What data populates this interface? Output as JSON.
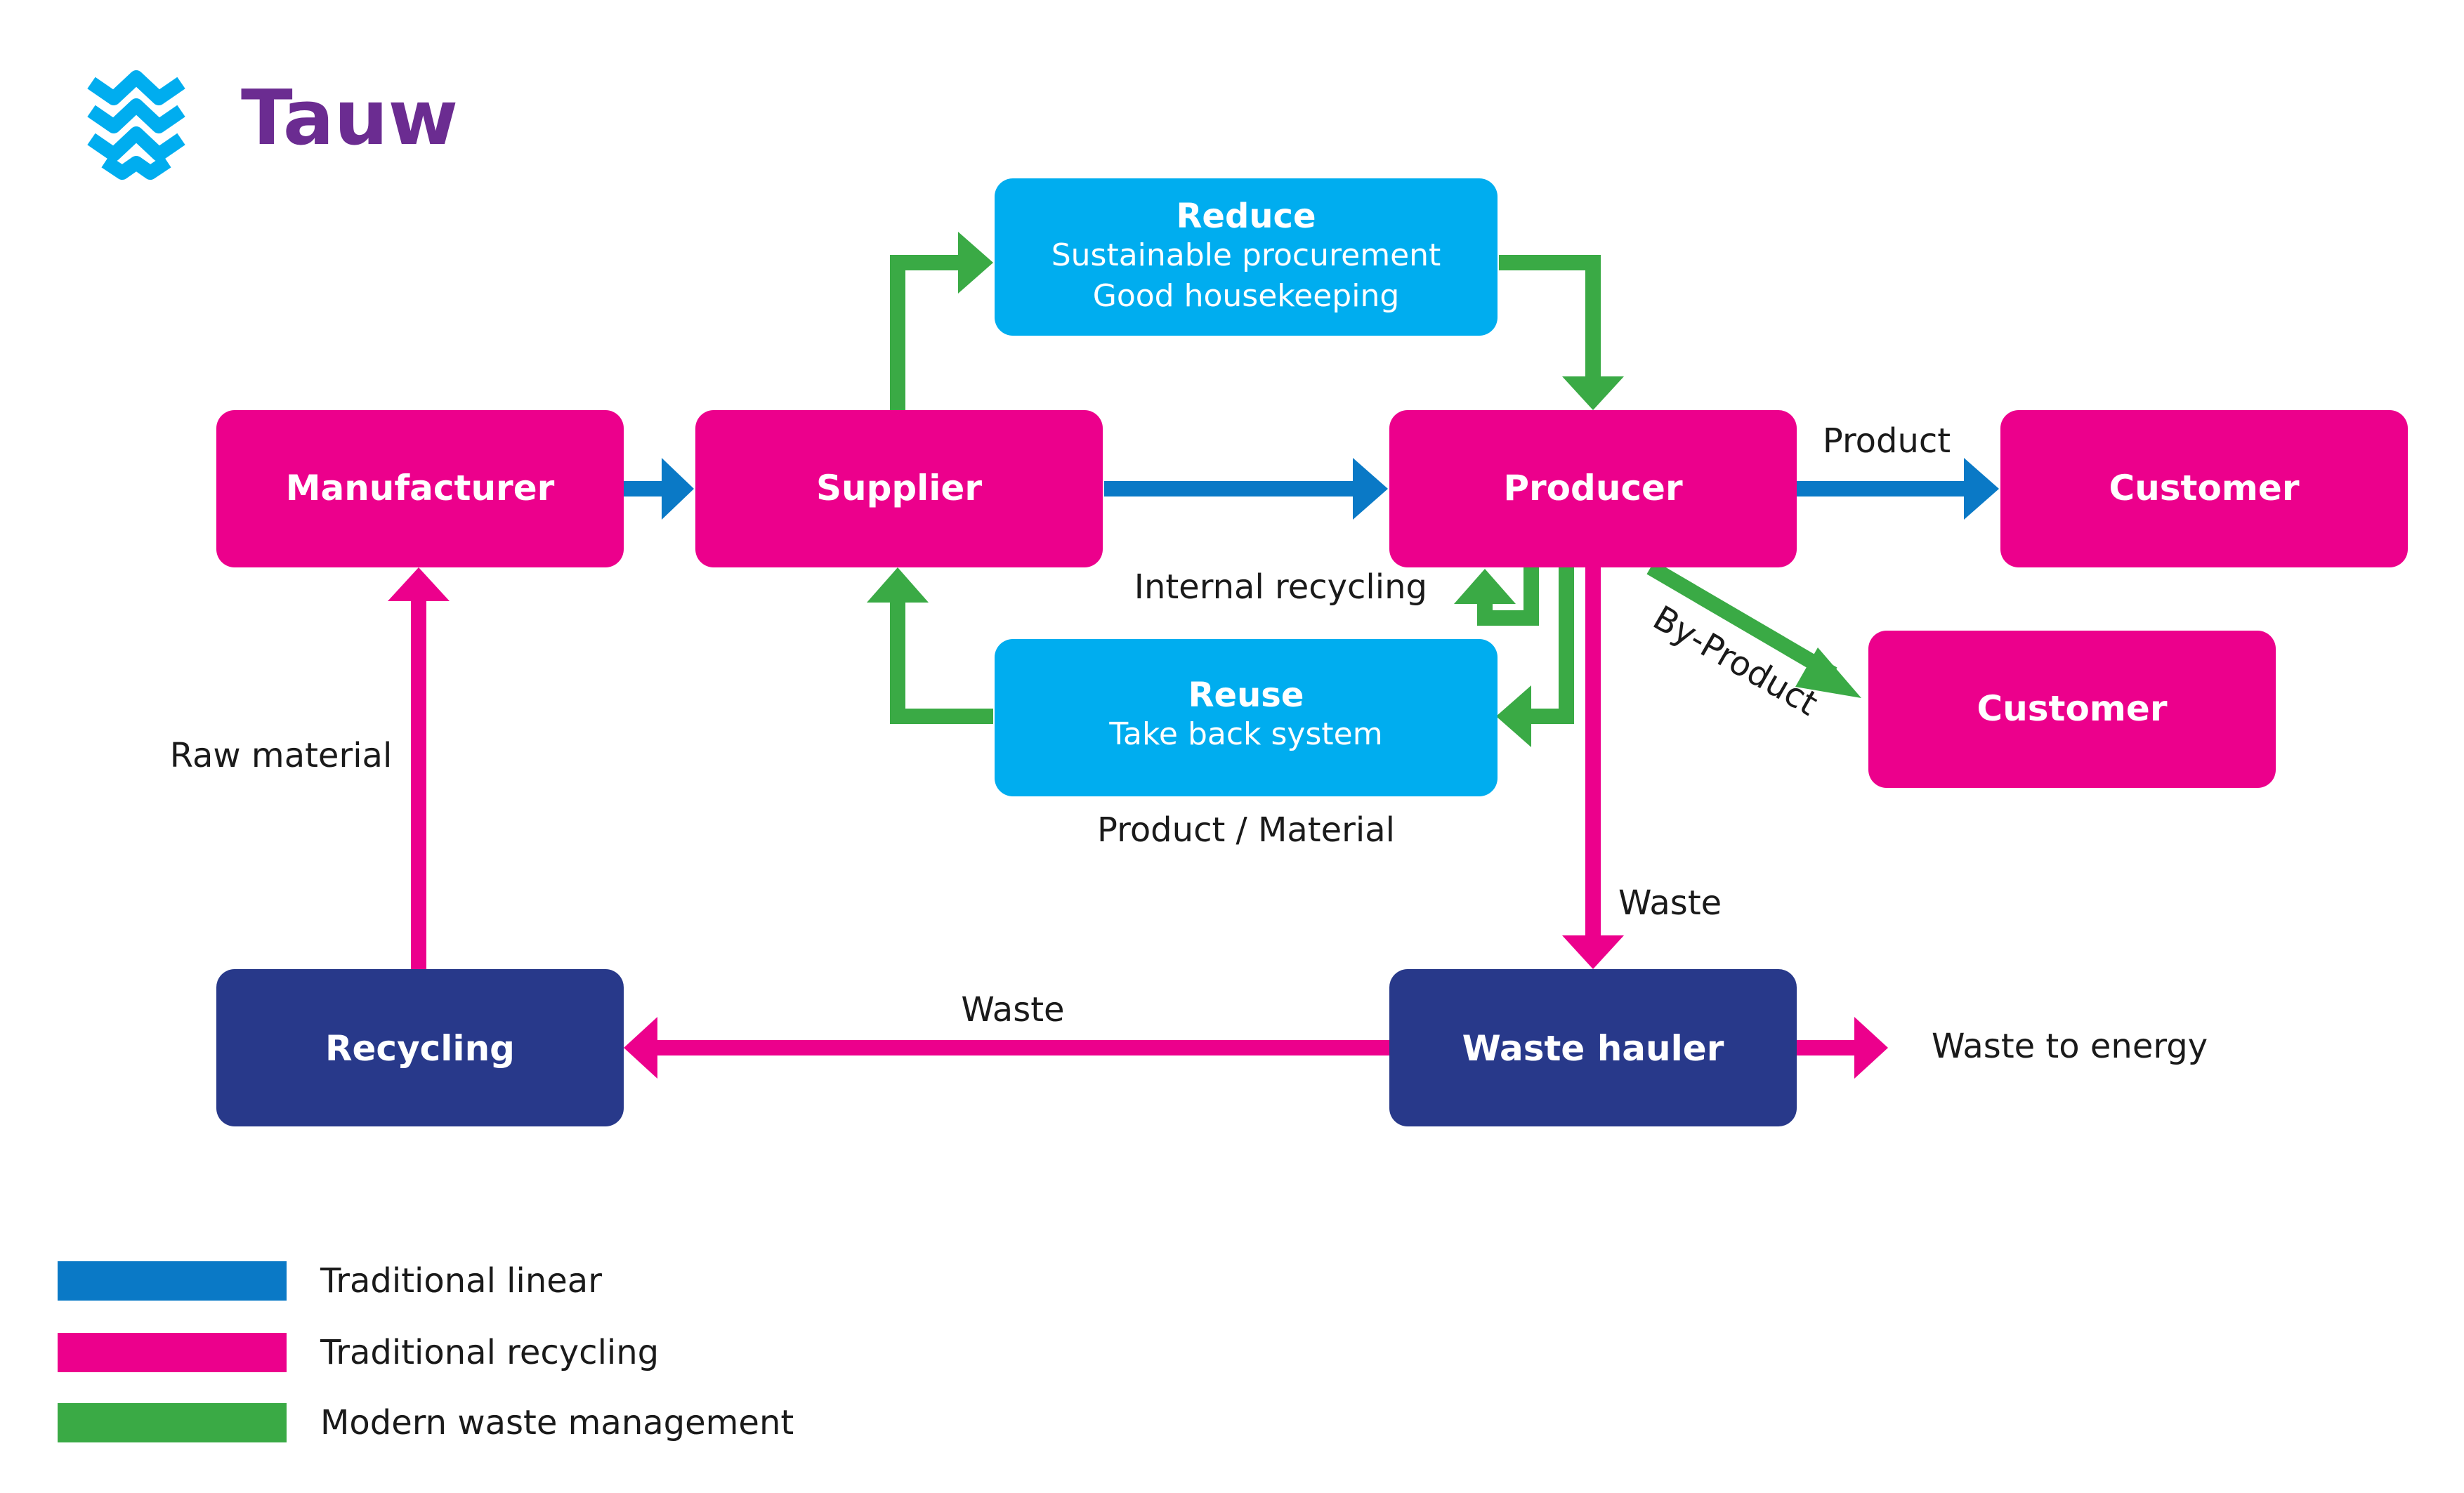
{
  "brand": {
    "name": "Tauw",
    "color": "#6b2c91",
    "logo_color": "#00adef",
    "logo_icon": "wave-lattice-icon"
  },
  "colors": {
    "linear": "#0a79c6",
    "recycling": "#ec008c",
    "modern": "#3aaa45",
    "node_magenta": "#ec008c",
    "node_cyan": "#00adef",
    "node_navy": "#28398a"
  },
  "nodes": {
    "manufacturer": {
      "title": "Manufacturer"
    },
    "supplier": {
      "title": "Supplier"
    },
    "producer": {
      "title": "Producer"
    },
    "customer1": {
      "title": "Customer"
    },
    "customer2": {
      "title": "Customer"
    },
    "reduce": {
      "title": "Reduce",
      "line1": "Sustainable procurement",
      "line2": "Good housekeeping"
    },
    "reuse": {
      "title": "Reuse",
      "line1": "Take back system"
    },
    "recycling": {
      "title": "Recycling"
    },
    "waste_hauler": {
      "title": "Waste hauler"
    }
  },
  "labels": {
    "product": "Product",
    "internal_recycling": "Internal recycling",
    "by_product": "By-Product",
    "product_material": "Product / Material",
    "raw_material": "Raw material",
    "waste_vertical": "Waste",
    "waste_horizontal": "Waste",
    "waste_to_energy": "Waste to energy"
  },
  "legend": [
    {
      "label": "Traditional linear",
      "color": "#0a79c6"
    },
    {
      "label": "Traditional recycling",
      "color": "#ec008c"
    },
    {
      "label": "Modern waste management",
      "color": "#3aaa45"
    }
  ]
}
